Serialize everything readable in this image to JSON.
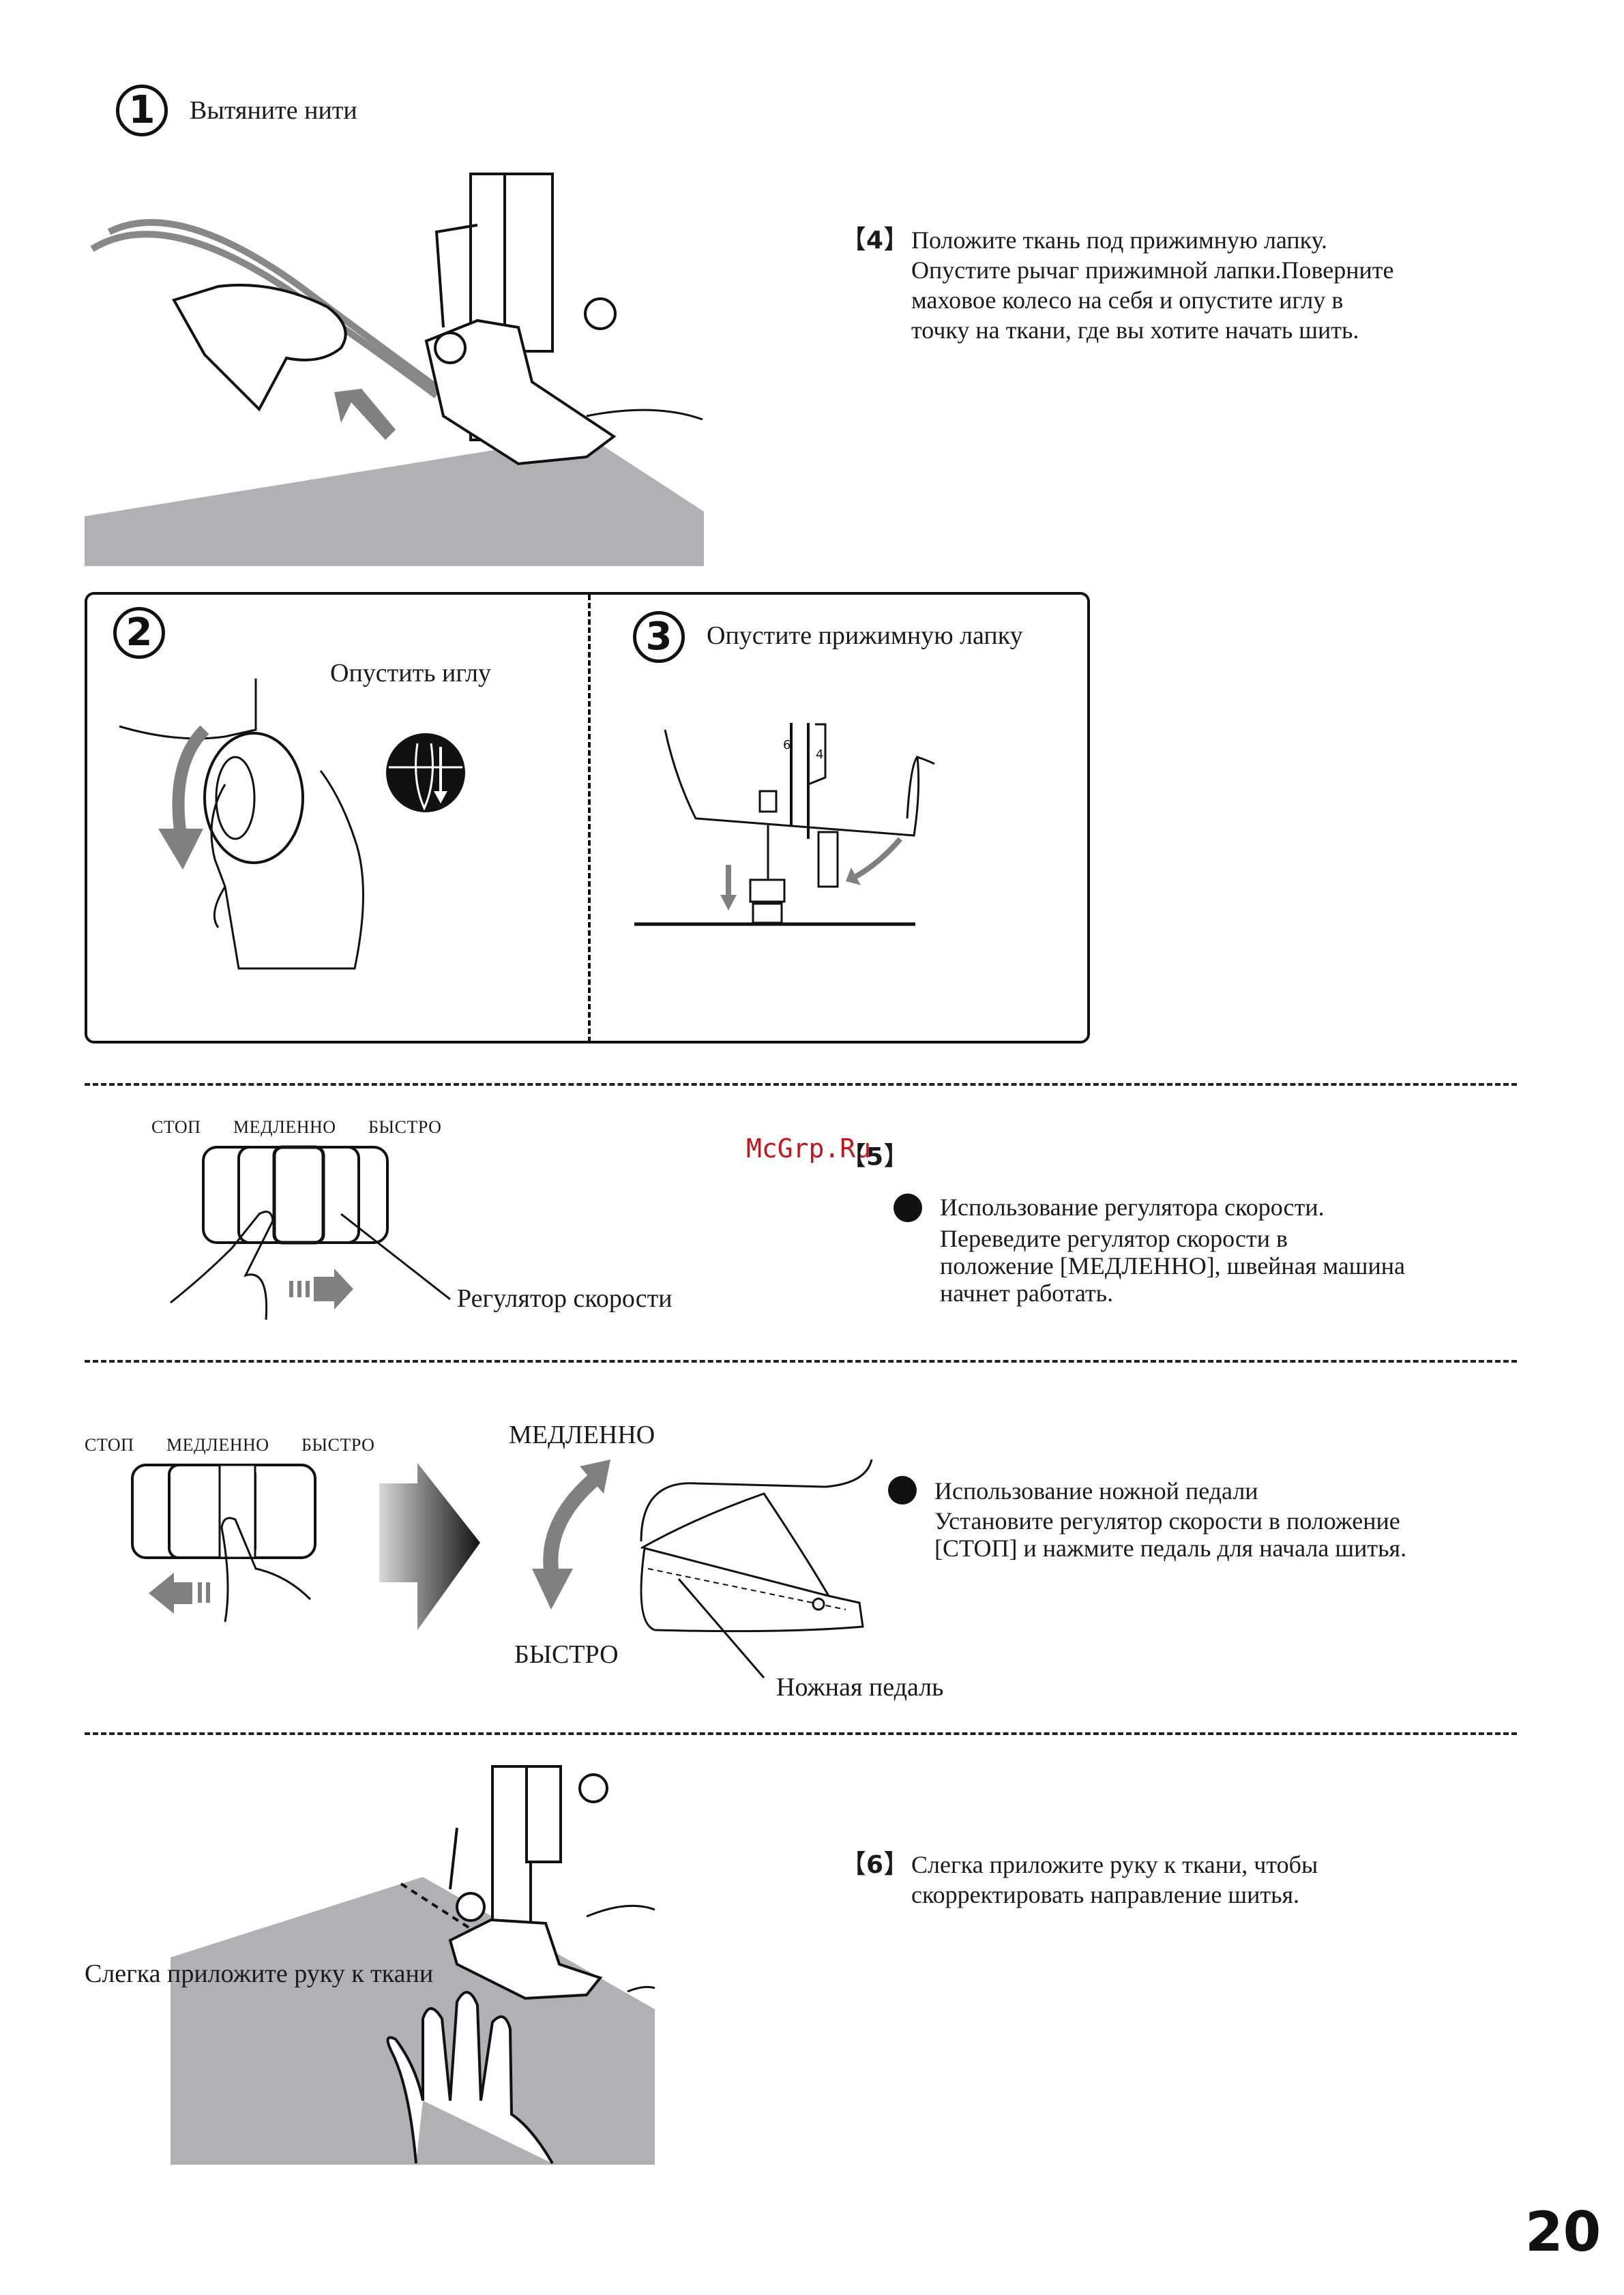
{
  "step1": {
    "number": "1",
    "label": "Вытяните нити"
  },
  "step2": {
    "number": "2",
    "label": "Опустить иглу"
  },
  "step3": {
    "number": "3",
    "label": "Опустите прижимную лапку",
    "scale_left": "6",
    "scale_right": "4"
  },
  "step4": {
    "number": "4",
    "open": "【",
    "close": "】",
    "lines": [
      "Положите ткань под прижимную лапку.",
      "Опустите рычаг прижимной лапки.Поверните",
      "маховое колесо на себя и опустите иглу в",
      "точку на ткани, где вы хотите начать шить."
    ]
  },
  "step5": {
    "number": "5",
    "open": "【",
    "close": "】",
    "watermark": "McGrp.Ru",
    "slider_labels": [
      "СТОП",
      "МЕДЛЕННО",
      "БЫСТРО"
    ],
    "slider_caption": "Регулятор скорости",
    "heading": "Использование регулятора скорости.",
    "lines": [
      "Переведите регулятор скорости в",
      "положение [МЕДЛЕННО], швейная машина",
      "начнет работать."
    ]
  },
  "pedal": {
    "slider_labels": [
      "СТОП",
      "МЕДЛЕННО",
      "БЫСТРО"
    ],
    "slow_label": "МЕДЛЕННО",
    "fast_label": "БЫСТРО",
    "pedal_caption": "Ножная педаль",
    "heading": "Использование ножной педали",
    "lines": [
      "Установите регулятор скорости в положение",
      "[СТОП] и нажмите педаль для начала шитья."
    ]
  },
  "step6": {
    "number": "6",
    "open": "【",
    "close": "】",
    "caption": "Слегка приложите руку к ткани",
    "lines": [
      "Слегка приложите руку к ткани, чтобы",
      "скорректировать направление шитья."
    ]
  },
  "page_number": "20",
  "colors": {
    "fabric_gray": "#b1b1b5",
    "arrow_gray": "#808080",
    "watermark": "#c4151c"
  }
}
